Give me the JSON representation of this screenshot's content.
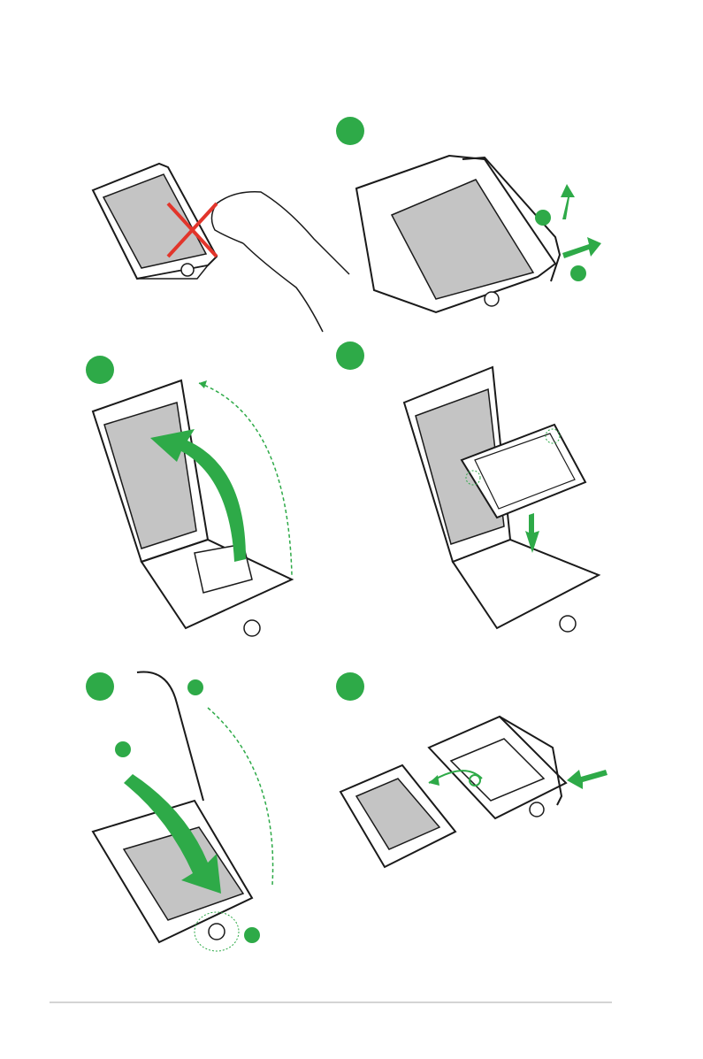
{
  "colors": {
    "step_green": "#2eaa48",
    "warning_red": "#e2352b",
    "socket_grey": "#c4c4c4",
    "outline": "#1a1a1a",
    "rule": "#d4d4d4"
  },
  "panels": [
    {
      "id": "do-not-touch",
      "icon": "hand-with-red-x-icon"
    },
    {
      "id": "release-lever",
      "icon": "lever-release-arrows-icon"
    },
    {
      "id": "lift-load-plate",
      "icon": "lift-plate-arrow-icon"
    },
    {
      "id": "insert-cpu",
      "icon": "cpu-insert-icon"
    },
    {
      "id": "close-load-plate",
      "icon": "close-plate-arrow-icon"
    },
    {
      "id": "remove-cap",
      "icon": "remove-cap-arrow-icon"
    }
  ]
}
